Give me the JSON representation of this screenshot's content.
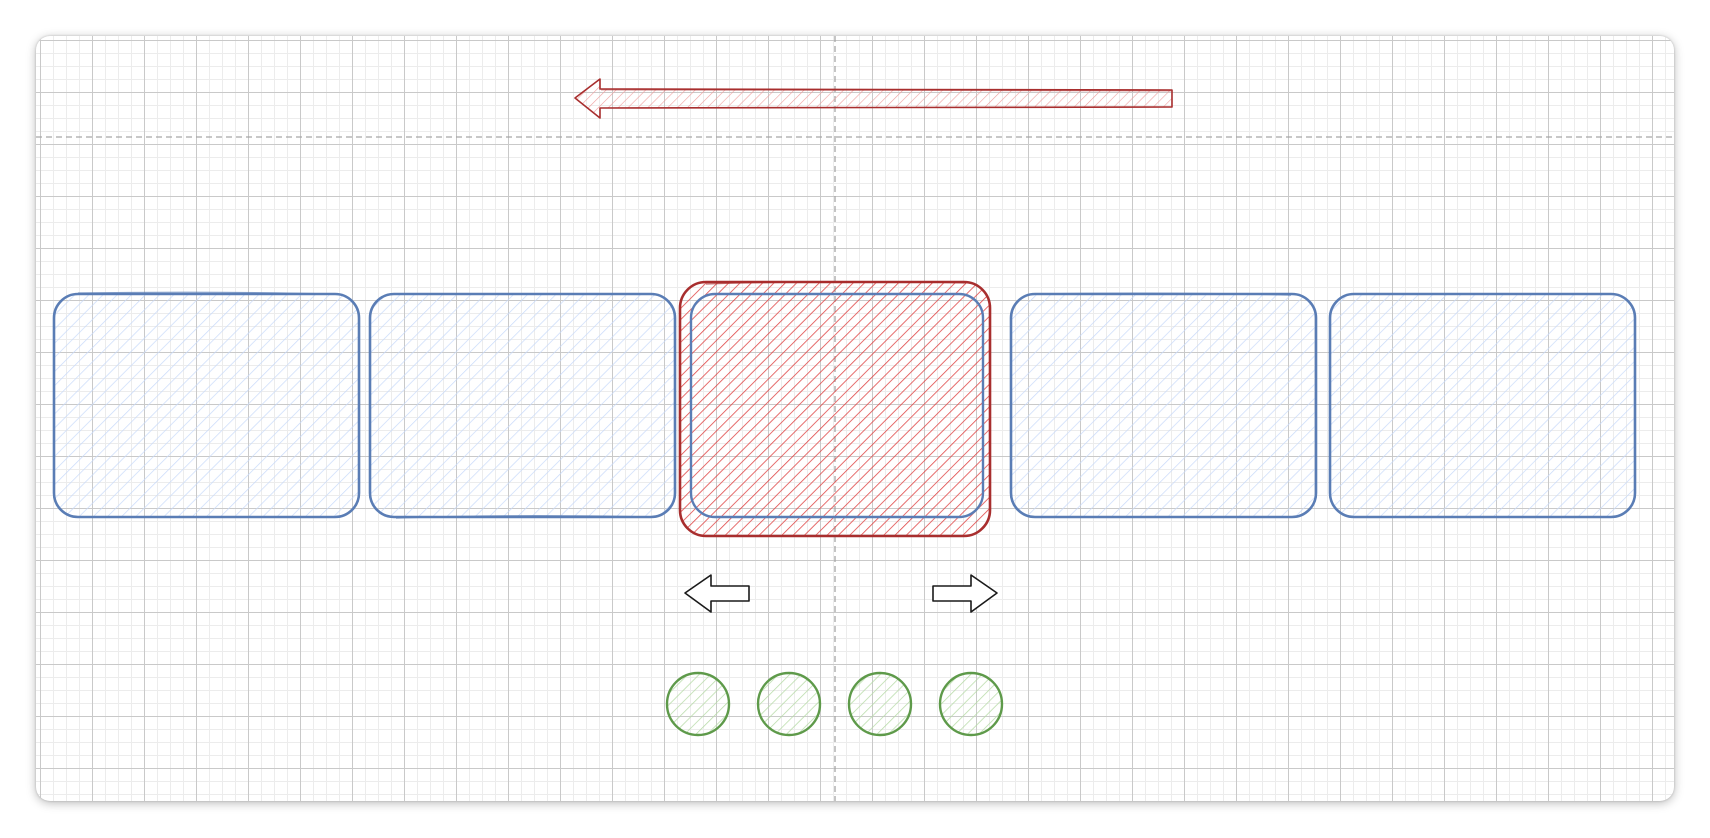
{
  "colors": {
    "slide_stroke": "#5a7db5",
    "slide_fill": "#c8dafa",
    "active_stroke": "#a82e2e",
    "active_fill": "#e04848",
    "direction_arrow_stroke": "#a82e2e",
    "direction_arrow_fill": "#f4b4b4",
    "nav_arrow_stroke": "#1a1a1a",
    "dot_stroke": "#5e9a4a",
    "dot_fill": "#b7dba8",
    "guide_line": "#a6a6a6"
  },
  "carousel": {
    "slide_count": 5,
    "active_slide": 3,
    "dot_count": 4
  },
  "icons": {
    "prev": "arrow-left-icon",
    "next": "arrow-right-icon",
    "direction": "long-arrow-left-icon"
  }
}
